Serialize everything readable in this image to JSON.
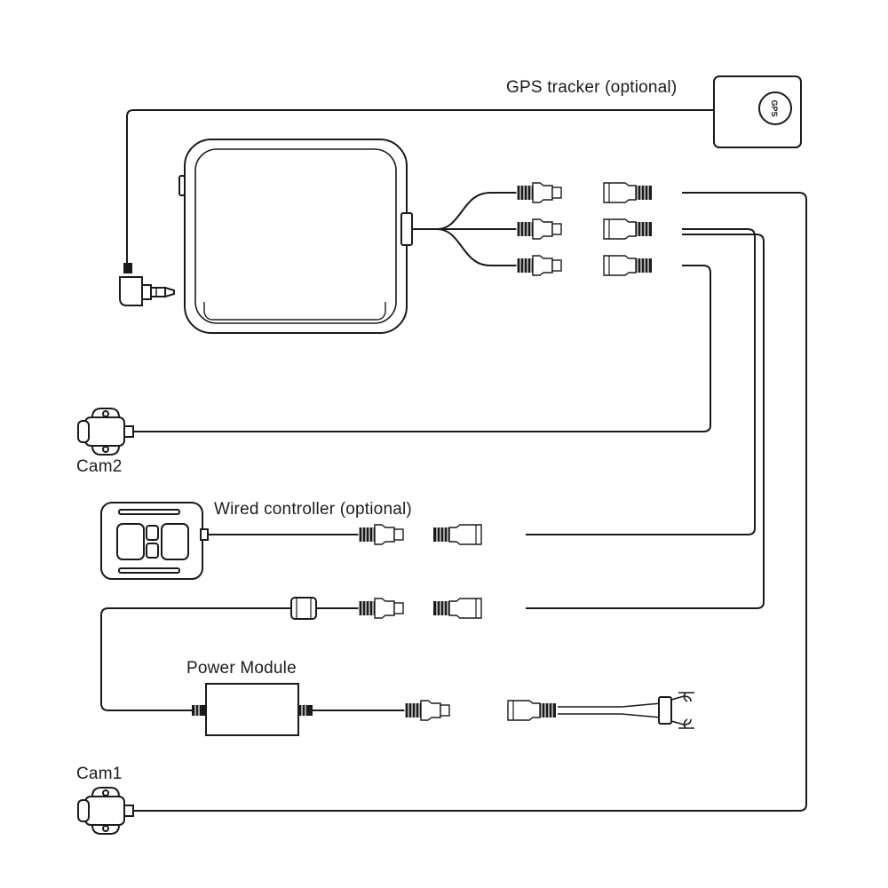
{
  "labels": {
    "gps_tracker": "GPS tracker (optional)",
    "gps_badge": "GPS",
    "cam2": "Cam2",
    "wired_controller": "Wired controller (optional)",
    "power_module": "Power Module",
    "cam1": "Cam1"
  },
  "colors": {
    "line": "#1a1a1a",
    "background": "#ffffff"
  },
  "icons": [
    "dvr-main-unit-icon",
    "gps-tracker-icon",
    "camera-icon",
    "wired-controller-icon",
    "power-module-icon",
    "ferrite-bead-icon",
    "fork-terminal-icon",
    "audio-jack-plug-icon"
  ]
}
